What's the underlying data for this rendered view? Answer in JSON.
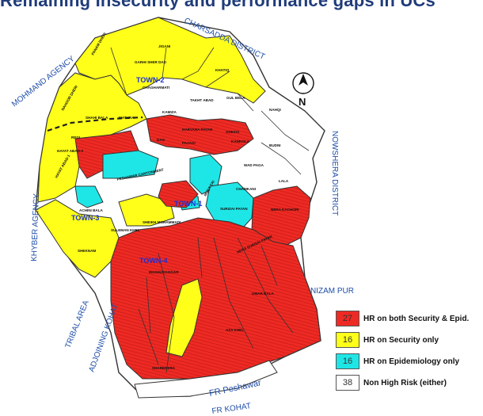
{
  "title": "Remaining Insecurity and performance gaps in UCs",
  "colors": {
    "high_risk_both": "#ee2a24",
    "security_only": "#ffff19",
    "epidemiology_only": "#1fe6e6",
    "non_high_risk": "#ffffff"
  },
  "boundary_labels": {
    "mohmand": "MOHMAND AGENCY",
    "charsadda": "CHARSADDA DISTRICT",
    "nowshera": "NOWSHERA DISTRICT",
    "khyber": "KHYBER AGENCY",
    "nizampur": "NIZAM PUR",
    "tribal": "TRIBAL AREA",
    "kohat_adj": "ADJOINING KOHAT",
    "fr_peshawar": "FR Peshawar",
    "fr_kohat": "FR KOHAT"
  },
  "towns": {
    "t1": "TOWN-1",
    "t2": "TOWN-2",
    "t3": "TOWN-3",
    "t4": "TOWN-4"
  },
  "compass": {
    "letter": "N"
  },
  "uc_labels": {
    "jigani": "JIGANI",
    "panam_dheri": "PANAM DHERI",
    "garhi_sher_dad": "GARHI SHER DAD",
    "chagharmati": "CHAGHARMATI",
    "khatiq": "KHATIQ",
    "takht_abad": "TAKHT ABAD",
    "gul_bela": "GUL BELA",
    "kanoor_dheri": "NAHOOR DHERI",
    "shahi_bala": "SHAHI BALA",
    "mathra": "MATHRA",
    "kamiza": "KAMIZA",
    "nahqi": "NAHQI",
    "regi": "REGI",
    "haryana_payan": "HARYANA PAYAN",
    "daag": "DAG",
    "pajagi": "PAJAGI",
    "adezai": "ADEZAI",
    "kankola": "KANKOLA",
    "budni": "BUDNI",
    "hayatabad_2": "HAYAT ABAD-2",
    "peshawar_cantonment": "PESHAWAR CANTONMENT",
    "wad_pagga": "WAD PAGA",
    "hayatabad_1": "HAYAT ABAD-1",
    "lala": "LALA",
    "chamkani": "CHAMKANI",
    "nera_kachori": "NERA KACHORI",
    "achini_bala": "ACHINI BALA",
    "surizai_payan": "SURIZAI PAYAN",
    "musazai": "MUSA ZAI",
    "suleman_khel": "SULEMAN KHEL",
    "shaikh_mohammadi": "SHEIKH MOHAMMADI",
    "sheknam": "SHEKNAM",
    "mashugaggar": "MASHUGAGGAR",
    "nera_surizai": "NERA SURIZAI PAYAN",
    "umar_bala": "UMAR BALA",
    "aza_khel": "AZA KHEL",
    "sharekera": "SHAREKERA"
  },
  "legend": [
    {
      "count": "27",
      "label": "HR on both Security & Epid.",
      "color": "#ee2a24"
    },
    {
      "count": "16",
      "label": "HR on Security only",
      "color": "#ffff19"
    },
    {
      "count": "16",
      "label": "HR on Epidemiology only",
      "color": "#1fe6e6"
    },
    {
      "count": "38",
      "label": "Non High Risk (either)",
      "color": "#ffffff"
    }
  ]
}
